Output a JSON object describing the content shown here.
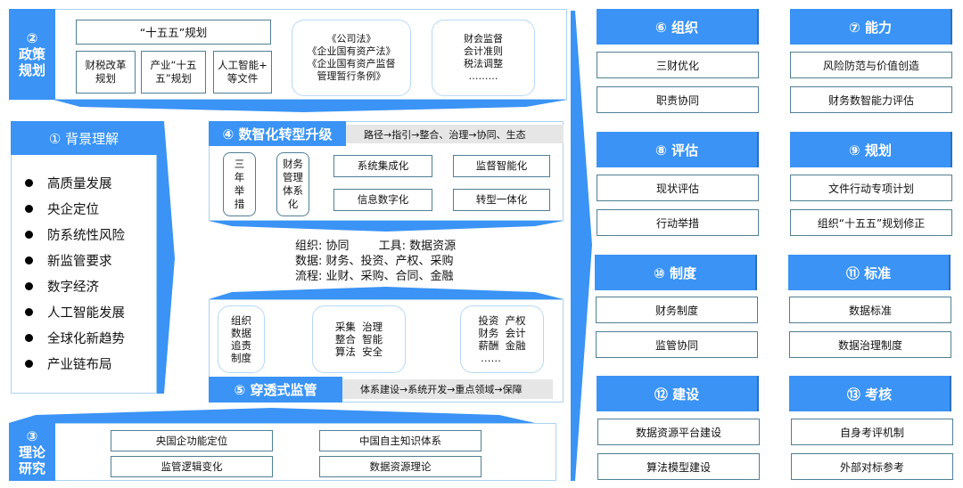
{
  "policy": {
    "label": [
      "②",
      "政策",
      "规划"
    ],
    "plan": "“十五五”规划",
    "sub": [
      "财税改革规划",
      "产业“十五五”规划",
      "人工智能+等文件"
    ],
    "sub_lines": [
      [
        "财税改革",
        "规划"
      ],
      [
        "产业“十五",
        "五”规划"
      ],
      [
        "人工智能+",
        "等文件"
      ]
    ],
    "laws": [
      "《公司法》",
      "《企业国有资产法》",
      "《企业国有资产监督",
      "管理暂行条例》"
    ],
    "standards": [
      "财会监督",
      "会计准则",
      "税法调整",
      "………"
    ]
  },
  "background": {
    "title": "①  背景理解",
    "items": [
      "高质量发展",
      "央企定位",
      "防系统性风险",
      "新监管要求",
      "数字经济",
      "人工智能发展",
      "全球化新趋势",
      "产业链布局"
    ]
  },
  "digital": {
    "title": "④ 数智化转型升级",
    "path": "路径→指引→整合、治理→协同、生态",
    "col1": [
      "三",
      "年",
      "举",
      "措"
    ],
    "col2": [
      "财务",
      "管理",
      "体系",
      "化"
    ],
    "mid": [
      "系统集成化",
      "信息数字化"
    ],
    "right": [
      "监督智能化",
      "转型一体化"
    ]
  },
  "center": {
    "lines": [
      "组织: 协同        工具: 数据资源",
      "数据: 财务、投资、产权、采购",
      "流程: 业财、采购、合同、金融"
    ]
  },
  "supervision": {
    "title": "⑤ 穿透式监管",
    "path": "体系建设→系统开发→重点领域→保障",
    "col1": [
      "组织",
      "数据",
      "追责",
      "制度"
    ],
    "col2": [
      "采集  治理",
      "整合  智能",
      "算法  安全"
    ],
    "col3": [
      "投资  产权",
      "财务  会计",
      "薪酬  金融",
      "……"
    ]
  },
  "theory": {
    "label": [
      "③",
      "理论",
      "研究"
    ],
    "items": [
      "央国企功能定位",
      "监管逻辑变化",
      "中国自主知识体系",
      "数据资源理论"
    ]
  },
  "right_sections": [
    {
      "title": "⑥ 组织",
      "items": [
        "三财优化",
        "职责协同"
      ]
    },
    {
      "title": "⑦  能力",
      "items": [
        "风险防范与价值创造",
        "财务数智能力评估"
      ]
    },
    {
      "title": "⑧ 评估",
      "items": [
        "现状评估",
        "行动举措"
      ]
    },
    {
      "title": "⑨ 规划",
      "items": [
        "文件行动专项计划",
        "组织“十五五”规划修正"
      ]
    },
    {
      "title": "⑩ 制度",
      "items": [
        "财务制度",
        "监管协同"
      ]
    },
    {
      "title": "⑪ 标准",
      "items": [
        "数据标准",
        "数据治理制度"
      ]
    },
    {
      "title": "⑫ 建设",
      "items": [
        "数据资源平台建设",
        "算法模型建设"
      ]
    },
    {
      "title": "⑬ 考核",
      "items": [
        "自身考评机制",
        "外部对标参考"
      ]
    }
  ],
  "colors": {
    "accent": "#3a93f5",
    "box_border": "#4f7f95",
    "strip": "#e6e6e6"
  }
}
